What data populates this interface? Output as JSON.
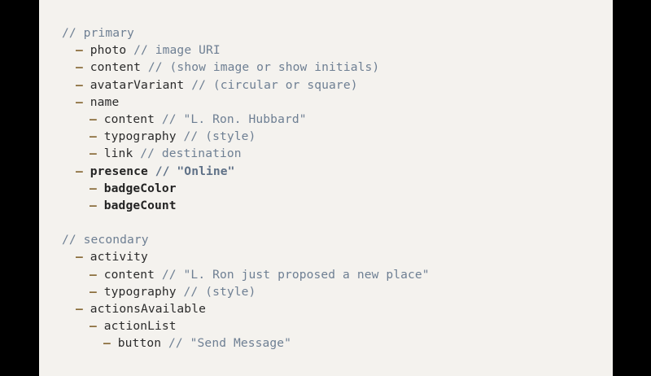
{
  "window": {
    "background_color": "#000000",
    "panel_color": "#f4f2ee"
  },
  "theme": {
    "key_color": "#2b2b2b",
    "comment_color": "#6e7f93",
    "string_color": "#6e7f93",
    "dash_color": "#8a6d3b",
    "bold_string_color": "#5f7187"
  },
  "outline": {
    "sections": [
      {
        "header": "// primary",
        "lines": [
          {
            "indent": 1,
            "dash": "–",
            "key": "photo",
            "comment": "// image URI",
            "bold": false
          },
          {
            "indent": 1,
            "dash": "–",
            "key": "content",
            "comment": "// (show image or show initials)",
            "bold": false
          },
          {
            "indent": 1,
            "dash": "–",
            "key": "avatarVariant",
            "comment": "// (circular or square)",
            "bold": false
          },
          {
            "indent": 1,
            "dash": "–",
            "key": "name",
            "comment": "",
            "bold": false
          },
          {
            "indent": 2,
            "dash": "–",
            "key": "content",
            "comment": "// \"L. Ron. Hubbard\"",
            "bold": false
          },
          {
            "indent": 2,
            "dash": "–",
            "key": "typography",
            "comment": "// (style)",
            "bold": false
          },
          {
            "indent": 2,
            "dash": "–",
            "key": "link",
            "comment": "// destination",
            "bold": false
          },
          {
            "indent": 1,
            "dash": "–",
            "key": "presence",
            "comment": "// \"Online\"",
            "bold": true
          },
          {
            "indent": 2,
            "dash": "–",
            "key": "badgeColor",
            "comment": "",
            "bold": true
          },
          {
            "indent": 2,
            "dash": "–",
            "key": "badgeCount",
            "comment": "",
            "bold": true
          }
        ]
      },
      {
        "header": "// secondary",
        "lines": [
          {
            "indent": 1,
            "dash": "–",
            "key": "activity",
            "comment": "",
            "bold": false
          },
          {
            "indent": 2,
            "dash": "–",
            "key": "content",
            "comment": "// \"L. Ron just proposed a new place\"",
            "bold": false
          },
          {
            "indent": 2,
            "dash": "–",
            "key": "typography",
            "comment": "// (style)",
            "bold": false
          },
          {
            "indent": 1,
            "dash": "–",
            "key": "actionsAvailable",
            "comment": "",
            "bold": false
          },
          {
            "indent": 2,
            "dash": "–",
            "key": "actionList",
            "comment": "",
            "bold": false
          },
          {
            "indent": 3,
            "dash": "–",
            "key": "button",
            "comment": "// \"Send Message\"",
            "bold": false
          }
        ]
      }
    ]
  }
}
